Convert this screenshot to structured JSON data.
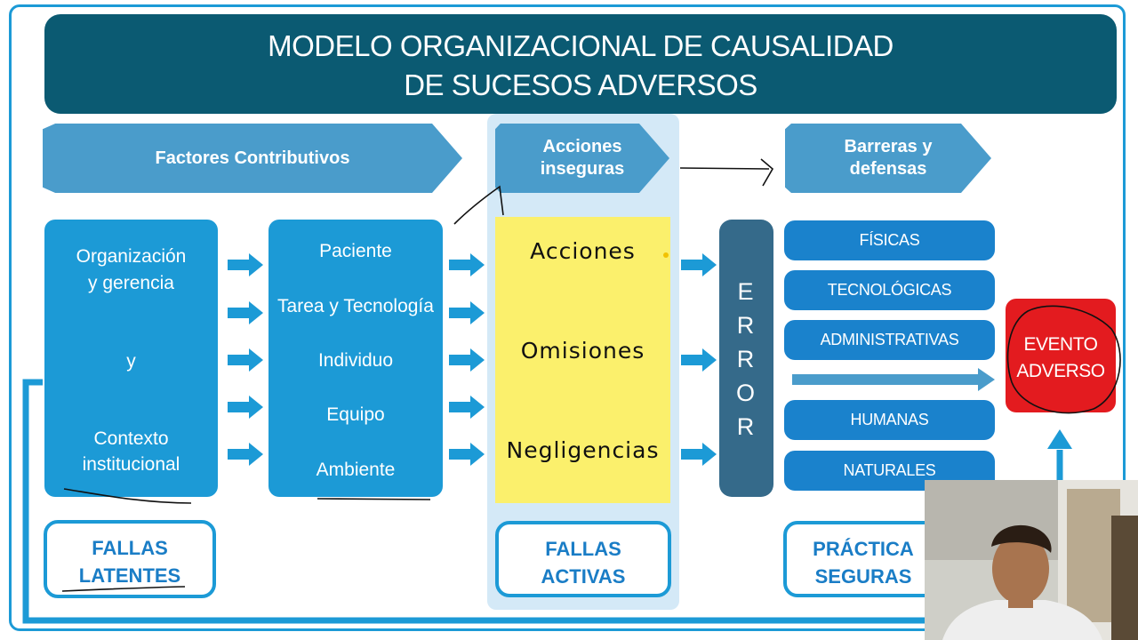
{
  "title": {
    "line1": "MODELO ORGANIZACIONAL DE CAUSALIDAD",
    "line2": "DE SUCESOS ADVERSOS"
  },
  "headers": {
    "factores": "Factores Contributivos",
    "acciones_line1": "Acciones",
    "acciones_line2": "inseguras",
    "barreras_line1": "Barreras y",
    "barreras_line2": "defensas"
  },
  "organizacion_box": {
    "line1": "Organización",
    "line2": "y gerencia",
    "line3": "y",
    "line4": "Contexto",
    "line5": "institucional"
  },
  "factores_list": [
    "Paciente",
    "Tarea y Tecnología",
    "Individuo",
    "Equipo",
    "Ambiente"
  ],
  "acciones_list": [
    "Acciones",
    "Omisiones",
    "Negligencias"
  ],
  "error_letters": [
    "E",
    "R",
    "R",
    "O",
    "R"
  ],
  "barreras_list": [
    "FÍSICAS",
    "TECNOLÓGICAS",
    "ADMINISTRATIVAS",
    "HUMANAS",
    "NATURALES"
  ],
  "evento": {
    "line1": "EVENTO",
    "line2": "ADVERSO"
  },
  "bottom_labels": {
    "fallas_latentes_1": "FALLAS",
    "fallas_latentes_2": "LATENTES",
    "fallas_activas_1": "FALLAS",
    "fallas_activas_2": "ACTIVAS",
    "practicas_1": "PRÁCTICA",
    "practicas_2": "SEGURAS"
  },
  "colors": {
    "title_bg": "#0b5a72",
    "primary_blue": "#1c9ad6",
    "chevron_blue": "#4a9ccb",
    "error_col": "#356a8a",
    "highlight_yellow": "#fbf06c",
    "evento_red": "#e31b1f"
  }
}
